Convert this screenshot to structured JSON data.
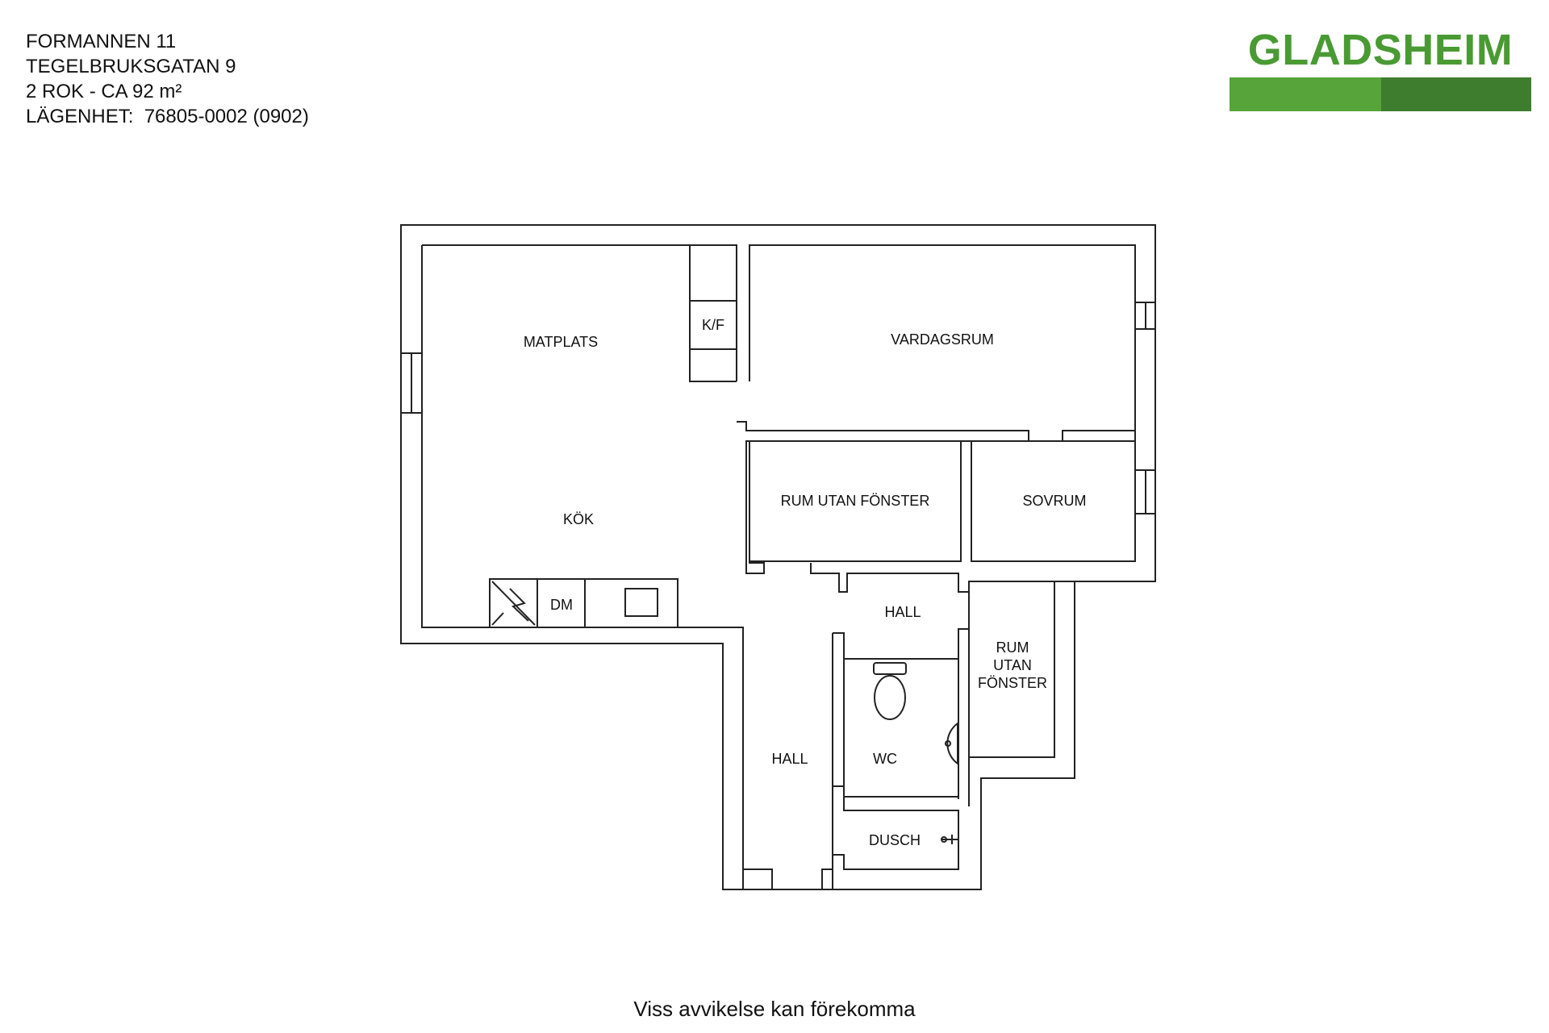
{
  "header": {
    "line1": "FORMANNEN 11",
    "line2": "TEGELBRUKSGATAN 9",
    "line3": "2 ROK - CA 92 m²",
    "line4": "LÄGENHET:  76805-0002 (0902)"
  },
  "logo": {
    "text": "GLADSHEIM",
    "color_primary": "#4a9a34",
    "color_dark": "#3e7d2e"
  },
  "rooms": {
    "matplats": "MATPLATS",
    "kf": "K/F",
    "vardagsrum": "VARDAGSRUM",
    "kok": "KÖK",
    "rum_utan_fonster_1": "RUM UTAN FÖNSTER",
    "sovrum": "SOVRUM",
    "dm": "DM",
    "hall_upper": "HALL",
    "rum_utan_fonster_2": [
      "RUM",
      "UTAN",
      "FÖNSTER"
    ],
    "hall_lower": "HALL",
    "wc": "WC",
    "dusch": "DUSCH"
  },
  "footer": {
    "disclaimer": "Viss avvikelse kan förekomma"
  }
}
